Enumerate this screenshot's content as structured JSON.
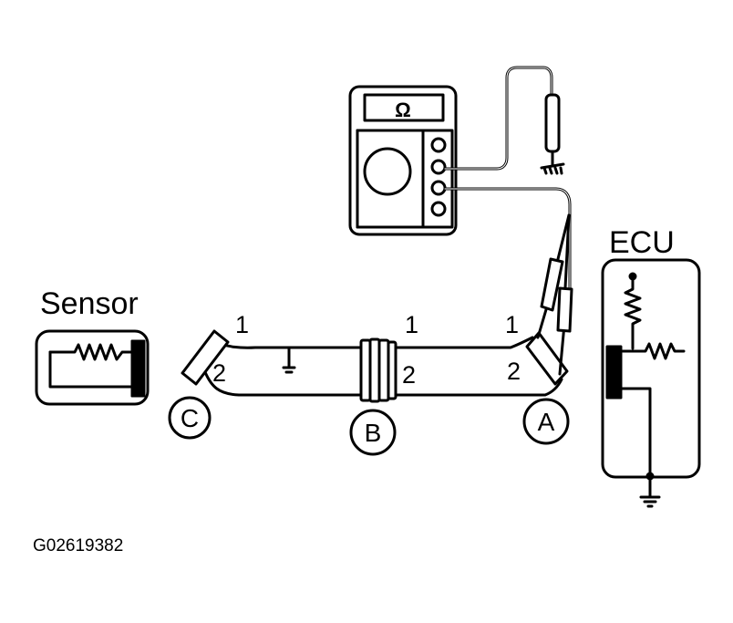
{
  "labels": {
    "sensor": "Sensor",
    "ecu": "ECU",
    "ohm_symbol": "Ω",
    "figure_code": "G02619382"
  },
  "connectors": {
    "c": {
      "letter": "C",
      "pin1": "1",
      "pin2": "2"
    },
    "b": {
      "letter": "B",
      "pin1": "1",
      "pin2": "2"
    },
    "a": {
      "letter": "A",
      "pin1": "1",
      "pin2": "2"
    }
  },
  "icons": [
    "ohmmeter-icon",
    "ground-symbol-icon",
    "resistor-icon",
    "probe-icon",
    "connector-icon"
  ],
  "colors": {
    "ink": "#000000",
    "paper": "#ffffff"
  }
}
